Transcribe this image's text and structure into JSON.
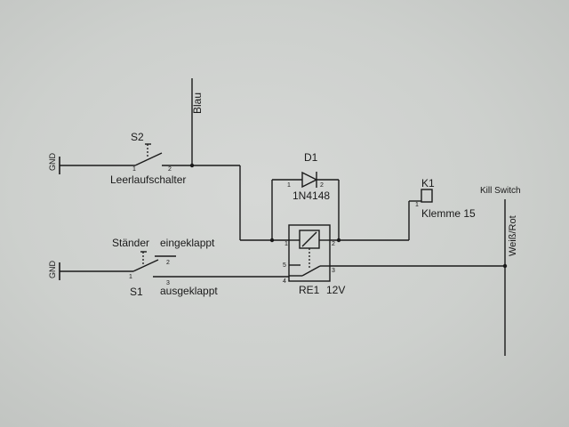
{
  "labels": {
    "blau": "Blau",
    "s2": "S2",
    "leerlaufschalter": "Leerlaufschalter",
    "d1": "D1",
    "diode_part": "1N4148",
    "k1": "K1",
    "klemme": "Klemme 15",
    "kill_switch": "Kill Switch",
    "weiss_rot": "Weiß/Rot",
    "staender": "Ständer",
    "eingeklappt": "eingeklappt",
    "s1": "S1",
    "ausgeklappt": "ausgeklappt",
    "re1": "RE1",
    "voltage": "12V",
    "gnd": "GND"
  },
  "pins": {
    "one": "1",
    "two": "2",
    "three": "3",
    "four": "4",
    "five": "5"
  }
}
